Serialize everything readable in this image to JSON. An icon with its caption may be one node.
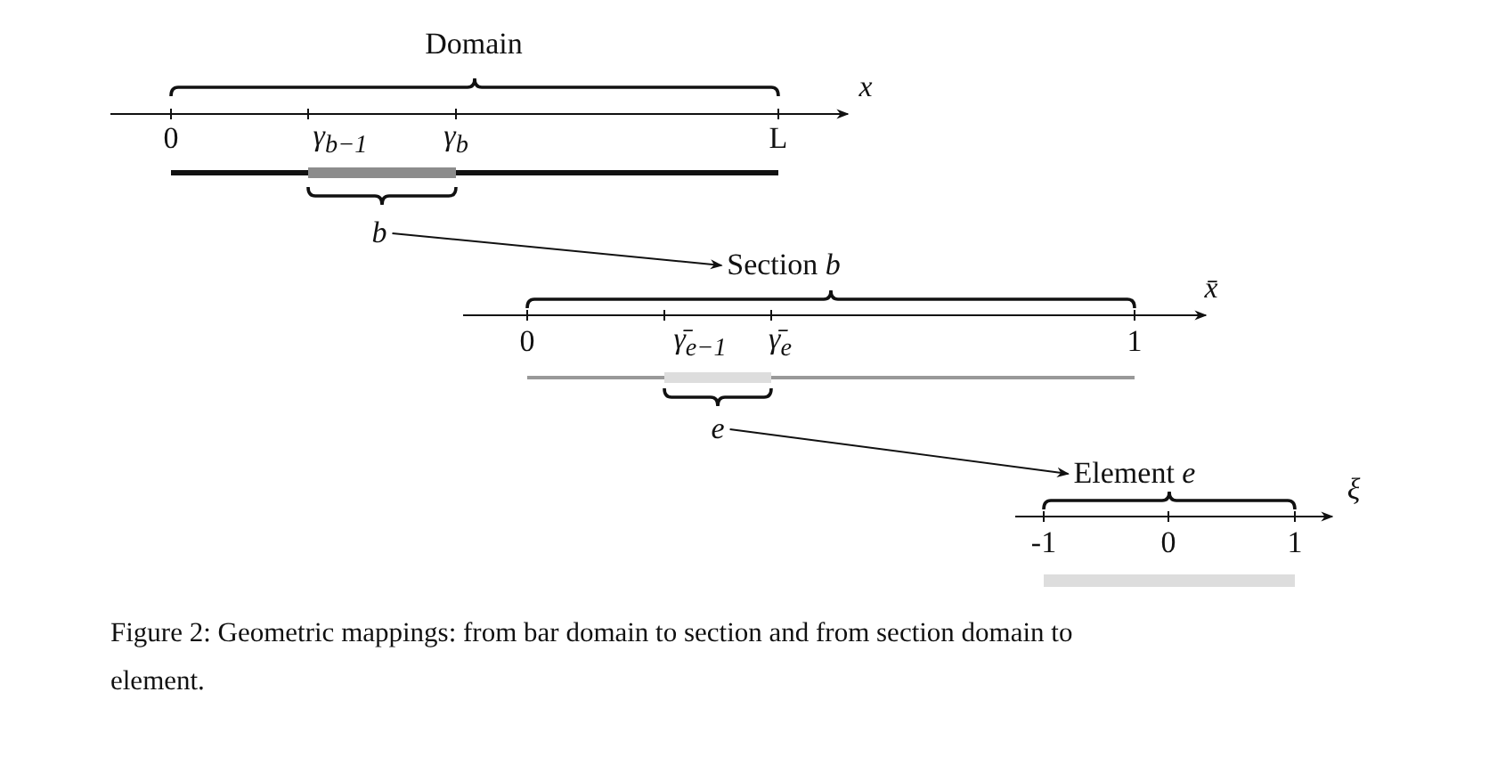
{
  "diagram": {
    "caption": "Figure 2: Geometric mappings: from bar domain to section and from section domain to element.",
    "nodes": [
      {
        "text": [
          "Domain"
        ]
      },
      {
        "text": [
          "b"
        ]
      },
      {
        "text": [
          "Section *b*"
        ]
      },
      {
        "text": [
          "e"
        ]
      },
      {
        "text": [
          "Element *e*"
        ]
      }
    ],
    "edges": [
      {
        "from": 1,
        "to": 2,
        "arrow": "to"
      },
      {
        "from": 3,
        "to": 4,
        "arrow": "to"
      }
    ],
    "labels": [
      "x",
      "0",
      "γ$_{b−1}$",
      "γ$_{b}$",
      "L",
      "x̄",
      "0",
      "γ̄$_{e−1}$",
      "γ̄$_{e}$",
      "1",
      "ξ",
      "-1",
      "0",
      "1"
    ]
  }
}
